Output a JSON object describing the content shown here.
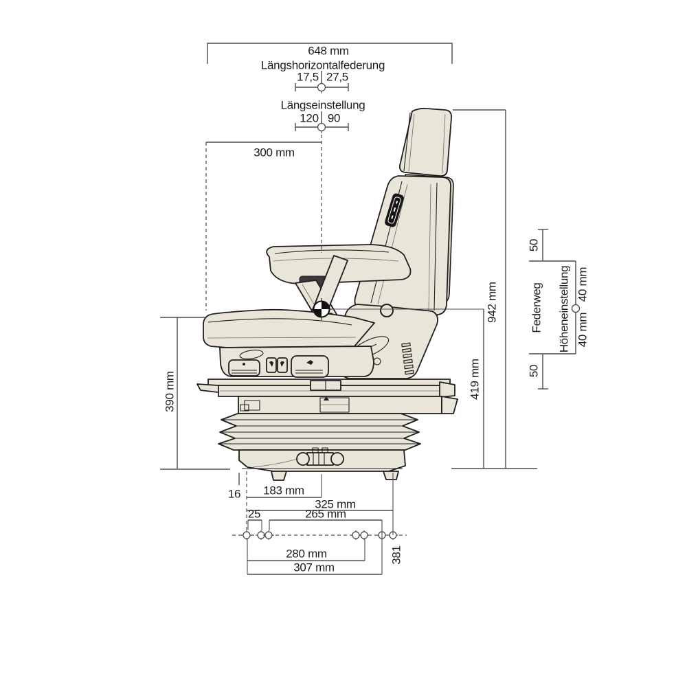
{
  "drawing": {
    "description": "Technical side-view dimension drawing of a driver suspension seat",
    "colors": {
      "background": "#ffffff",
      "seat_fill": "#e9e5d8",
      "seat_shade": "#ddd8c8",
      "outline": "#1f1f1f",
      "dimension_line": "#4b4b4b",
      "text": "#1d1d1d",
      "label_badge": "#151515"
    },
    "top": {
      "total_width": "648 mm",
      "horizontal_suspension_label": "Längshorizontalfederung",
      "horizontal_suspension_left": "17,5",
      "horizontal_suspension_right": "27,5",
      "fore_aft_label": "Längseinstellung",
      "fore_aft_left": "120",
      "fore_aft_right": "90",
      "backrest_depth": "300 mm"
    },
    "left": {
      "seat_height": "390 mm"
    },
    "right": {
      "total_height": "942 mm",
      "sip_height": "419 mm",
      "travel_top": "50",
      "travel_bottom": "50",
      "spring_travel_label": "Federweg",
      "height_adjust_label": "Höheneinstellung",
      "height_adjust_up": "40 mm",
      "height_adjust_down": "40 mm"
    },
    "bottom": {
      "offset_16": "16",
      "d_183": "183 mm",
      "d_325": "325 mm",
      "d_25": "25",
      "d_265": "265 mm",
      "d_280": "280 mm",
      "d_307": "307 mm",
      "d_381": "381"
    }
  }
}
